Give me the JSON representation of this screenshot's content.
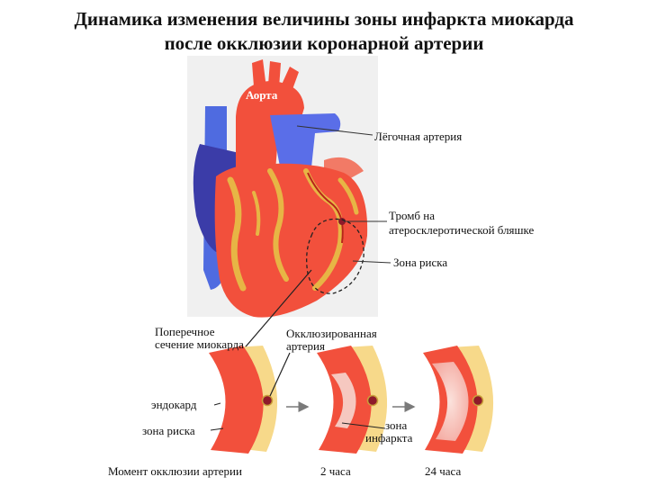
{
  "title": {
    "line1": "Динамика изменения величины зоны инфаркта миокарда",
    "line2": "после окклюзии коронарной артерии"
  },
  "labels": {
    "aorta": "Аорта",
    "pulmonary_artery": "Лёгочная артерия",
    "thrombus_line1": "Тромб на",
    "thrombus_line2": "атеросклеротической бляшке",
    "risk_zone_heart": "Зона риска",
    "cross_section_line1": "Поперечное",
    "cross_section_line2": "сечение миокарда",
    "occluded_line1": "Окклюзированная",
    "occluded_line2": "артерия",
    "endocardium": "эндокард",
    "risk_zone": "зона риска",
    "infarct_line1": "зона",
    "infarct_line2": "инфаркта",
    "stage1": "Момент окклюзии артерии",
    "stage2": "2 часа",
    "stage3": "24 часа"
  },
  "colors": {
    "heart_red": "#f2503c",
    "heart_dark": "#b8231a",
    "vein_blue": "#4f5fd8",
    "vein_dark": "#3a3aa8",
    "fat_yellow": "#e7b545",
    "infarct_pale": "#f6c8c0",
    "artery_dot": "#8e1a2a"
  }
}
